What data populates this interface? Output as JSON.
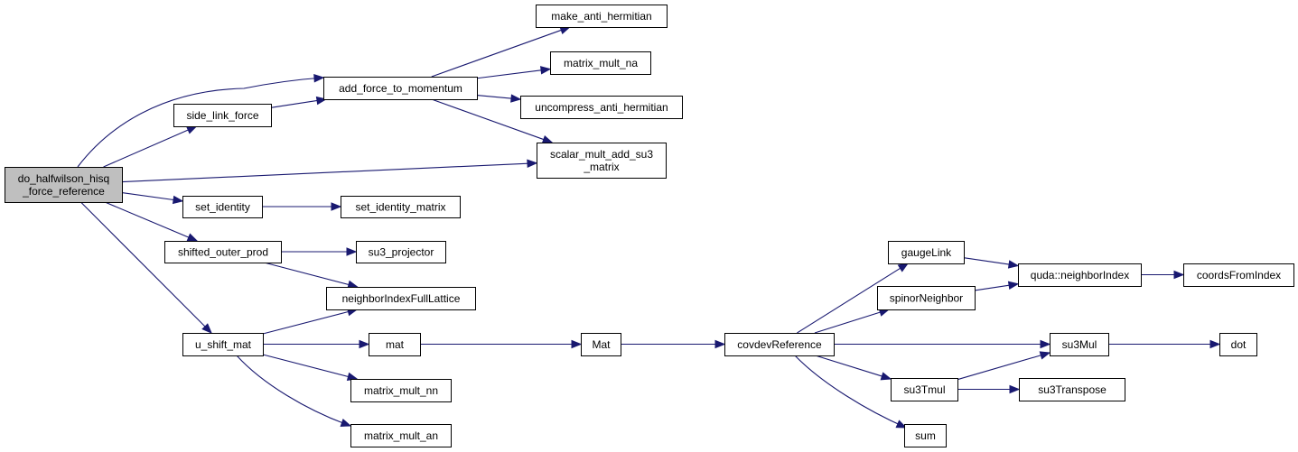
{
  "graph": {
    "colors": {
      "edge": "#191970",
      "root_fill": "#bfbfbf",
      "node_fill": "#ffffff",
      "node_border": "#000000"
    },
    "nodes": [
      {
        "id": "root",
        "lines": [
          "do_halfwilson_hisq",
          "_force_reference"
        ],
        "root": true
      },
      {
        "id": "side_link_force",
        "lines": [
          "side_link_force"
        ]
      },
      {
        "id": "add_force_to_momentum",
        "lines": [
          "add_force_to_momentum"
        ]
      },
      {
        "id": "make_anti_hermitian",
        "lines": [
          "make_anti_hermitian"
        ]
      },
      {
        "id": "matrix_mult_na",
        "lines": [
          "matrix_mult_na"
        ]
      },
      {
        "id": "uncompress_anti_hermitian",
        "lines": [
          "uncompress_anti_hermitian"
        ]
      },
      {
        "id": "scalar_mult_add_su3_matrix",
        "lines": [
          "scalar_mult_add_su3",
          "_matrix"
        ]
      },
      {
        "id": "set_identity",
        "lines": [
          "set_identity"
        ]
      },
      {
        "id": "set_identity_matrix",
        "lines": [
          "set_identity_matrix"
        ]
      },
      {
        "id": "shifted_outer_prod",
        "lines": [
          "shifted_outer_prod"
        ]
      },
      {
        "id": "su3_projector",
        "lines": [
          "su3_projector"
        ]
      },
      {
        "id": "neighborIndexFullLattice",
        "lines": [
          "neighborIndexFullLattice"
        ]
      },
      {
        "id": "u_shift_mat",
        "lines": [
          "u_shift_mat"
        ]
      },
      {
        "id": "mat",
        "lines": [
          "mat"
        ]
      },
      {
        "id": "Mat",
        "lines": [
          "Mat"
        ]
      },
      {
        "id": "covdevReference",
        "lines": [
          "covdevReference"
        ]
      },
      {
        "id": "matrix_mult_nn",
        "lines": [
          "matrix_mult_nn"
        ]
      },
      {
        "id": "matrix_mult_an",
        "lines": [
          "matrix_mult_an"
        ]
      },
      {
        "id": "gaugeLink",
        "lines": [
          "gaugeLink"
        ]
      },
      {
        "id": "spinorNeighbor",
        "lines": [
          "spinorNeighbor"
        ]
      },
      {
        "id": "quda_neighborIndex",
        "lines": [
          "quda::neighborIndex"
        ]
      },
      {
        "id": "coordsFromIndex",
        "lines": [
          "coordsFromIndex"
        ]
      },
      {
        "id": "su3Mul",
        "lines": [
          "su3Mul"
        ]
      },
      {
        "id": "dot",
        "lines": [
          "dot"
        ]
      },
      {
        "id": "su3Tmul",
        "lines": [
          "su3Tmul"
        ]
      },
      {
        "id": "su3Transpose",
        "lines": [
          "su3Transpose"
        ]
      },
      {
        "id": "sum",
        "lines": [
          "sum"
        ]
      }
    ],
    "edges": [
      {
        "from": "root",
        "to": "add_force_to_momentum"
      },
      {
        "from": "root",
        "to": "side_link_force"
      },
      {
        "from": "root",
        "to": "scalar_mult_add_su3_matrix"
      },
      {
        "from": "root",
        "to": "set_identity"
      },
      {
        "from": "root",
        "to": "shifted_outer_prod"
      },
      {
        "from": "root",
        "to": "u_shift_mat"
      },
      {
        "from": "side_link_force",
        "to": "add_force_to_momentum"
      },
      {
        "from": "add_force_to_momentum",
        "to": "make_anti_hermitian"
      },
      {
        "from": "add_force_to_momentum",
        "to": "matrix_mult_na"
      },
      {
        "from": "add_force_to_momentum",
        "to": "uncompress_anti_hermitian"
      },
      {
        "from": "add_force_to_momentum",
        "to": "scalar_mult_add_su3_matrix"
      },
      {
        "from": "set_identity",
        "to": "set_identity_matrix"
      },
      {
        "from": "shifted_outer_prod",
        "to": "su3_projector"
      },
      {
        "from": "shifted_outer_prod",
        "to": "neighborIndexFullLattice"
      },
      {
        "from": "u_shift_mat",
        "to": "neighborIndexFullLattice"
      },
      {
        "from": "u_shift_mat",
        "to": "mat"
      },
      {
        "from": "u_shift_mat",
        "to": "matrix_mult_nn"
      },
      {
        "from": "u_shift_mat",
        "to": "matrix_mult_an"
      },
      {
        "from": "mat",
        "to": "Mat"
      },
      {
        "from": "Mat",
        "to": "covdevReference"
      },
      {
        "from": "covdevReference",
        "to": "gaugeLink"
      },
      {
        "from": "covdevReference",
        "to": "spinorNeighbor"
      },
      {
        "from": "covdevReference",
        "to": "su3Mul"
      },
      {
        "from": "covdevReference",
        "to": "su3Tmul"
      },
      {
        "from": "covdevReference",
        "to": "sum"
      },
      {
        "from": "gaugeLink",
        "to": "quda_neighborIndex"
      },
      {
        "from": "spinorNeighbor",
        "to": "quda_neighborIndex"
      },
      {
        "from": "quda_neighborIndex",
        "to": "coordsFromIndex"
      },
      {
        "from": "su3Mul",
        "to": "dot"
      },
      {
        "from": "su3Tmul",
        "to": "su3Mul"
      },
      {
        "from": "su3Tmul",
        "to": "su3Transpose"
      }
    ]
  }
}
